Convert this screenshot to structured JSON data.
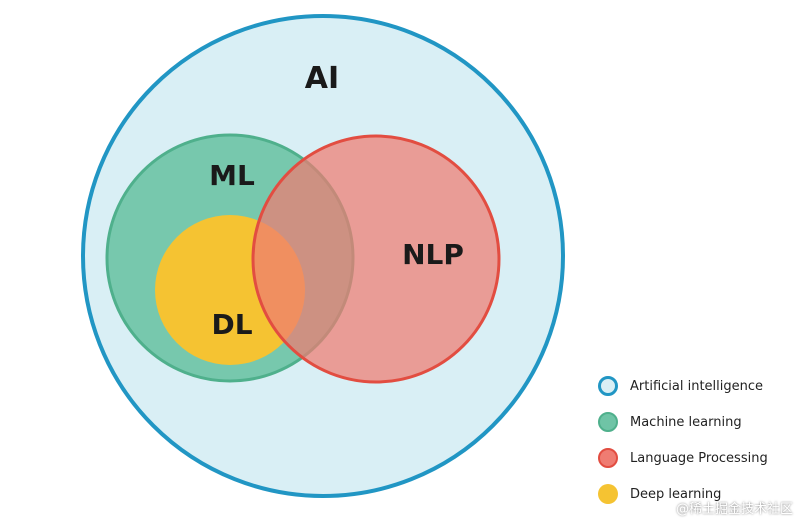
{
  "colors": {
    "ai_fill": "#d9eff5",
    "ai_stroke": "#2196c4",
    "ml_fill": "#6fc4a6",
    "ml_stroke": "#4fb08c",
    "dl_fill": "#f5c332",
    "nlp_fill": "#ef7c72",
    "nlp_stroke": "#e24d41"
  },
  "diagram": {
    "ai_label": "AI",
    "ml_label": "ML",
    "dl_label": "DL",
    "nlp_label": "NLP"
  },
  "legend": {
    "items": [
      {
        "label": "Artificial intelligence"
      },
      {
        "label": "Machine learning"
      },
      {
        "label": "Language Processing"
      },
      {
        "label": "Deep learning"
      }
    ]
  },
  "watermark": {
    "text": "@稀土掘金技术社区"
  }
}
